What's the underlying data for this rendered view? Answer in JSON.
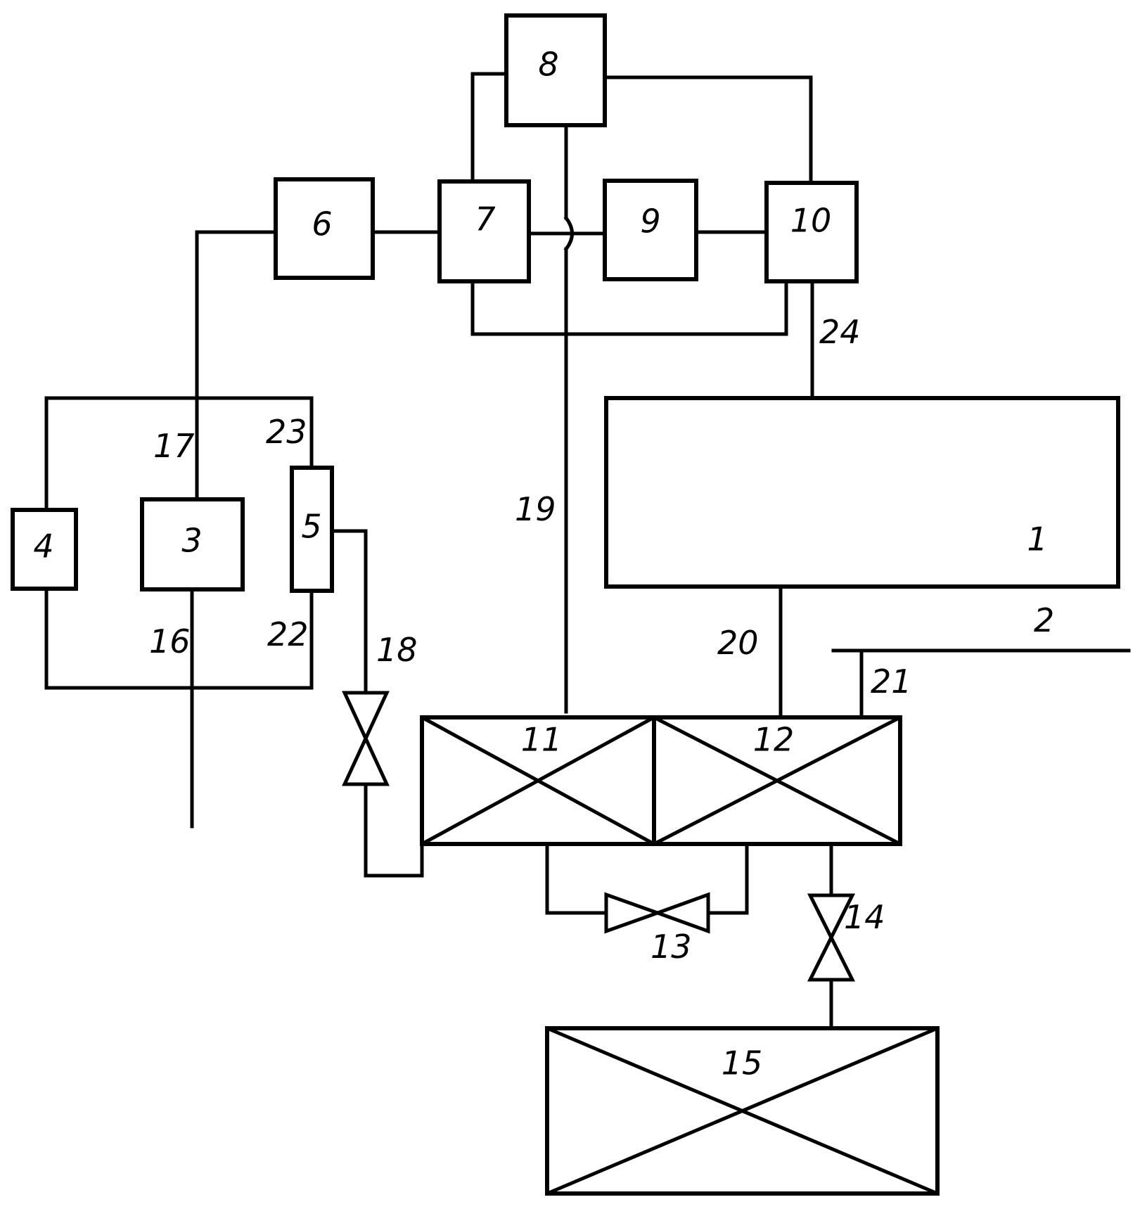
{
  "blocks": {
    "b1": "1",
    "b3": "3",
    "b4": "4",
    "b5": "5",
    "b6": "6",
    "b7": "7",
    "b8": "8",
    "b9": "9",
    "b10": "10",
    "b11": "11",
    "b12": "12",
    "b15": "15"
  },
  "valves": {
    "v13": "13",
    "v14": "14"
  },
  "lines": {
    "l2": "2",
    "l16": "16",
    "l17": "17",
    "l18": "18",
    "l19": "19",
    "l20": "20",
    "l21": "21",
    "l22": "22",
    "l23": "23",
    "l24": "24"
  }
}
